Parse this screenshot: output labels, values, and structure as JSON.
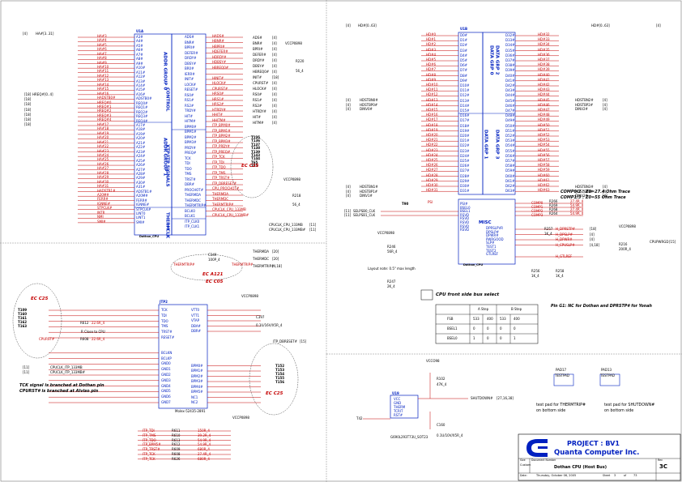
{
  "colors": {
    "wire": "#c40000",
    "part": "#0020c0",
    "ink": "#000000",
    "note": "#0000b0"
  },
  "u1a": {
    "ref": "U1A",
    "group_top": "ADDR GROUP 0",
    "group_ctrl": "CONTROL",
    "group_addr1": "ADDR GROUP 1",
    "group_xtp": "XTP/ITP SIGNALS",
    "group_therm": "THERM",
    "group_clk": "H CLK",
    "part": "Dothan_CPU",
    "left_pins": [
      "A3#",
      "A4#",
      "A5#",
      "A6#",
      "A7#",
      "A8#",
      "A9#",
      "A10#",
      "A11#",
      "A12#",
      "A13#",
      "A14#",
      "A15#",
      "A16#",
      "ADSTB0#",
      "REQ0#",
      "REQ1#",
      "REQ2#",
      "REQ3#",
      "REQ4#",
      "A17#",
      "A18#",
      "A19#",
      "A20#",
      "A21#",
      "A22#",
      "A23#",
      "A24#",
      "A25#",
      "A26#",
      "A27#",
      "A28#",
      "A29#",
      "A30#",
      "A31#",
      "ADSTB1#",
      "A20M#",
      "FERR#",
      "IGNNE#",
      "STPCLK#",
      "LINT0",
      "LINT1",
      "SMI#"
    ],
    "right_pins": [
      "ADS#",
      "BNR#",
      "BPRI#",
      "DEFER#",
      "DRDY#",
      "DBSY#",
      "BR0#",
      "IERR#",
      "INIT#",
      "LOCK#",
      "RESET#",
      "RS0#",
      "RS1#",
      "RS2#",
      "TRDY#",
      "HIT#",
      "HITM#",
      "BPM0#",
      "BPM1#",
      "BPM2#",
      "BPM3#",
      "PRDY#",
      "PREQ#",
      "TCK",
      "TDI",
      "TDO",
      "TMS",
      "TRST#",
      "DBR#",
      "PROCHOT#",
      "THERMDA",
      "THERMDC",
      "THERMTRIP#",
      "BCLK0",
      "BCLK1",
      "ITP_CLK0",
      "ITP_CLK1"
    ],
    "left_nets": [
      "HA#3",
      "HA#4",
      "HA#5",
      "HA#6",
      "HA#7",
      "HA#8",
      "HA#9",
      "HA#10",
      "HA#11",
      "HA#12",
      "HA#13",
      "HA#14",
      "HA#15",
      "HA#16",
      "HADSTB0#",
      "HREQ#0",
      "HREQ#1",
      "HREQ#2",
      "HREQ#3",
      "HREQ#4",
      "HA#17",
      "HA#18",
      "HA#19",
      "HA#20",
      "HA#21",
      "HA#22",
      "HA#23",
      "HA#24",
      "HA#25",
      "HA#26",
      "HA#27",
      "HA#28",
      "HA#29",
      "HA#30",
      "HA#31",
      "HADSTB1#",
      "A20M#",
      "FERR#",
      "IGNNE#",
      "STPCLK#",
      "INTR",
      "NMI",
      "SMI#"
    ],
    "right_nets": [
      "HADS#",
      "HBNR#",
      "HBPRI#",
      "HDEFER#",
      "HDRDY#",
      "HDBSY#",
      "HBREQ0#",
      "",
      "HINIT#",
      "HLOCK#",
      "CPURST#",
      "HRS0#",
      "HRS1#",
      "HRS2#",
      "HTRDY#",
      "HHIT#",
      "HHITM#",
      "ITP_BPM0#",
      "ITP_BPM1#",
      "ITP_BPM2#",
      "ITP_BPM3#",
      "ITP_PRDY#",
      "ITP_PREQ#",
      "ITP_TCK",
      "ITP_TDI",
      "ITP_TDO",
      "ITP_TMS",
      "ITP_TRST#",
      "ITP_DBRESET#",
      "CPU_PROCHOT#",
      "THERMDA",
      "THERMDC",
      "THERMTRIP#",
      "CPUCLK_CPU_133MB",
      "CPUCLK_CPU_133MB#"
    ],
    "bus_left": "HA#[3..31]",
    "bus_left_page": "[4]",
    "out_nets": [
      "ADS#",
      "BNR#",
      "BPRI#",
      "DEFER#",
      "DRDY#",
      "DBSY#",
      "HBREQ0#",
      "INIT#",
      "CPURST#",
      "HLOCK#",
      "RS0#",
      "RS1#",
      "RS2#",
      "HTRDY#",
      "HIT#",
      "HITM#",
      "THERMDA",
      "THERMDC",
      "THERMTRIP#"
    ],
    "out_pages": [
      "[4]",
      "[4]",
      "[4]",
      "[4]",
      "[4]",
      "[4]",
      "[4]",
      "[18]",
      "[4]",
      "[4]",
      "[4]",
      "[4]",
      "[4]",
      "[4]",
      "[4]",
      "[4]",
      "[20]",
      "[20]",
      "[4,18]"
    ],
    "itp_tags": [
      "T135",
      "T136",
      "T137",
      "T138",
      "T139",
      "T143",
      "T144",
      "T65",
      "T85"
    ],
    "clk_out": [
      "CPUCLK_CPU_133MB",
      "CPUCLK_CPU_133MB#"
    ],
    "clk_pages": [
      "[11]",
      "[11]"
    ],
    "vcc": "VCCP0898",
    "r_pull": "R220",
    "r_pull_val": "56_4",
    "r_pull2": "R218",
    "r_pull2_val": "56_4",
    "ec": "EC C25",
    "left_pages": [
      "[18]",
      "[18]",
      "[18]",
      "[18]",
      "[18]",
      "[18]",
      "[18]"
    ],
    "hreq_bus": "HREQ#[0..4]"
  },
  "u1b": {
    "ref": "U1B",
    "group0": "DATA GRP 0",
    "group1": "DATA GRP 1",
    "group2": "DATA GRP 2",
    "group3": "DATA GRP 3",
    "misc": "MISC",
    "part": "Dothan_CPU",
    "bus_in": "HD#[0..63]",
    "bus_out": "HD#[0..63]",
    "page_in": "[4]",
    "page_out": "[4]",
    "strobes_left": [
      "HDSTBN0#",
      "HDSTBP0#",
      "DINV0#",
      "HDSTBN1#",
      "HDSTBP1#",
      "DINV1#"
    ],
    "strobes_right": [
      "HDSTBN2#",
      "HDSTBP2#",
      "DINV2#",
      "HDSTBN3#",
      "HDSTBP3#",
      "DINV3#"
    ],
    "strobe_pages": [
      "[4]",
      "[4]",
      "[4]",
      "[4]",
      "[4]",
      "[4]"
    ],
    "comp_note_1": "COMP0/2 : Z0=27.4 Ohm Trace",
    "comp_note_2": "COMP1/3 : Z0=55 Ohm Trace",
    "comp_nets": [
      "COMP0",
      "COMP1",
      "COMP2",
      "COMP3"
    ],
    "comp_res": [
      "R266",
      "R269",
      "R268",
      "R264"
    ],
    "comp_vals": [
      "27.4R_4",
      "54.9R_4",
      "27.4R_4",
      "54.9R_4"
    ],
    "misc_pins": [
      "PSI#",
      "BSEL0",
      "BSEL1",
      "RSVD",
      "RSVD",
      "RSVD",
      "RSVD",
      "RSVD",
      "DPRSLPVR",
      "DPSLP#",
      "DPWR#",
      "PWRGOOD",
      "SLP#",
      "TEST1",
      "TEST2",
      "GTLREF"
    ],
    "misc_nets": [
      "H_DPRSTP#",
      "H_DPSLP#",
      "H_DPWR#",
      "H_CPUSLP#",
      "H_GTLREF"
    ],
    "misc_pages": [
      "[18]",
      "[4]",
      "[4]",
      "[4,18]"
    ],
    "bsel_nets": [
      "SELPSB0_CLK",
      "SELPSB1_CLK"
    ],
    "bsel_pages": [
      "[11]",
      "[11]"
    ],
    "psi": "PSI",
    "tp": "T90",
    "res_r": [
      "R216",
      "R257",
      "R256",
      "R258",
      "R246",
      "R247"
    ],
    "res_v": [
      "200R_4",
      "1K_4",
      "1K_4",
      "1K_4",
      "56R_4",
      "2K_4"
    ],
    "vcc": "VCCP0898",
    "cpupwrgd": "CPUPWRGD",
    "cpupwrgd_page": "[15]",
    "layout_note": "Layout note: 0.5\" max length",
    "fsb_title": "CPU front side bus select",
    "pin_note": "Pin G1: NC for Dothan and DPRSTP# for Yonah",
    "fsb_table": {
      "head_a": "A Step",
      "head_b": "B Step",
      "rows": [
        [
          "FSB",
          "533",
          "400",
          "533",
          "400"
        ],
        [
          "BSEL1",
          "0",
          "0",
          "0",
          "0"
        ],
        [
          "BSEL0",
          "1",
          "0",
          "0",
          "1"
        ]
      ]
    }
  },
  "itp": {
    "ref": "JTP2",
    "part": "Molex-52435-2891",
    "ec_top": "EC A121",
    "ec_top2": "EC C05",
    "c": "C349",
    "c_val": "100P_4",
    "thermtrip": "THERMTRIP#",
    "pins_l": [
      "TCK",
      "TDI",
      "TDO",
      "TMS",
      "TRST#",
      "RESET#",
      "BCLKN",
      "BCLKP",
      "GND0",
      "GND1",
      "GND2",
      "GND3",
      "GND4",
      "GND5",
      "GND6",
      "GND7"
    ],
    "pins_r": [
      "VTT0",
      "VTT1",
      "VTAP",
      "DBA#",
      "DBR#",
      "BPM0#",
      "BPM1#",
      "BPM2#",
      "BPM3#",
      "BPM4#",
      "BPM5#",
      "NC1",
      "NC2"
    ],
    "ec_left": "EC C25",
    "ec_right": "EC C25",
    "tags_left": [
      "T109",
      "T160",
      "T161",
      "T162",
      "T163"
    ],
    "tags_right": [
      "T152",
      "T153",
      "T154",
      "T155",
      "T156"
    ],
    "r_left": [
      "R612",
      "R608"
    ],
    "r_left_v": [
      "22.6R_4",
      "22.6R_4"
    ],
    "close_note": "R Close to CPU",
    "cpurst": "CPURST#",
    "clk_nets": [
      "CPUCLK_ITP_133MB",
      "CPUCLK_ITP_133MB#"
    ],
    "clk_pages": [
      "[11]",
      "[11]"
    ],
    "note1": "TCK signal is branched at Dothan pin",
    "note2": "CPURST# is branched at Alviso pin",
    "vcc": "VCCP0898",
    "c_vtt": "C397",
    "c_vtt_val": "0.1U/16V/X5R_4",
    "dbreset": "ITP_DBRESET#",
    "dbreset_page": "[15]",
    "bottom_nets": [
      "ITP_TDI",
      "ITP_TMS",
      "ITP_TDO",
      "ITP_BPM5#",
      "ITP_TRST#",
      "ITP_TCK",
      "ITP_TCK"
    ],
    "bottom_res": [
      "R611",
      "R610",
      "R613",
      "R612",
      "R609",
      "R608",
      "R626"
    ],
    "bottom_vals": [
      "150R_4",
      "39.2R_4",
      "54.9R_4",
      "54.9R_4",
      "680R_4",
      "27.4R_4",
      "680R_4"
    ]
  },
  "therm": {
    "ref": "U19",
    "pins": [
      "VCC",
      "GND",
      "THERM",
      "TCRIT",
      "RST#"
    ],
    "vcc": "VCCO98",
    "r": "R102",
    "r_val": "47K_4",
    "c": "C160",
    "c_val": "0.1U/10V/X5R_4",
    "part": "G690L293T73U_SOT23",
    "tag": "T42",
    "net": "SHUTDOWN#",
    "net_page": "[27,16,38]"
  },
  "pads": {
    "p1": "PAD17",
    "p1_sub": "TESTPAD",
    "p2": "PAD13",
    "p2_sub": "TESTPAD",
    "note1a": "test pad for THERMTRIP#",
    "note1b": "on bottom side",
    "note2a": "test pad for SHUTDOWN#",
    "note2b": "on bottom side"
  },
  "title_block": {
    "project": "PROJECT : BV1",
    "company": "Quanta Computer Inc.",
    "size_label": "Size",
    "size": "Custom",
    "docnum_label": "Document Number",
    "title": "Dothan CPU (Host Bus)",
    "rev_label": "Rev",
    "rev": "3C",
    "date_label": "Date:",
    "date": "Thursday, October 06, 2005",
    "sheet_label": "Sheet",
    "sheet": "3",
    "of_label": "of",
    "of": "73"
  }
}
